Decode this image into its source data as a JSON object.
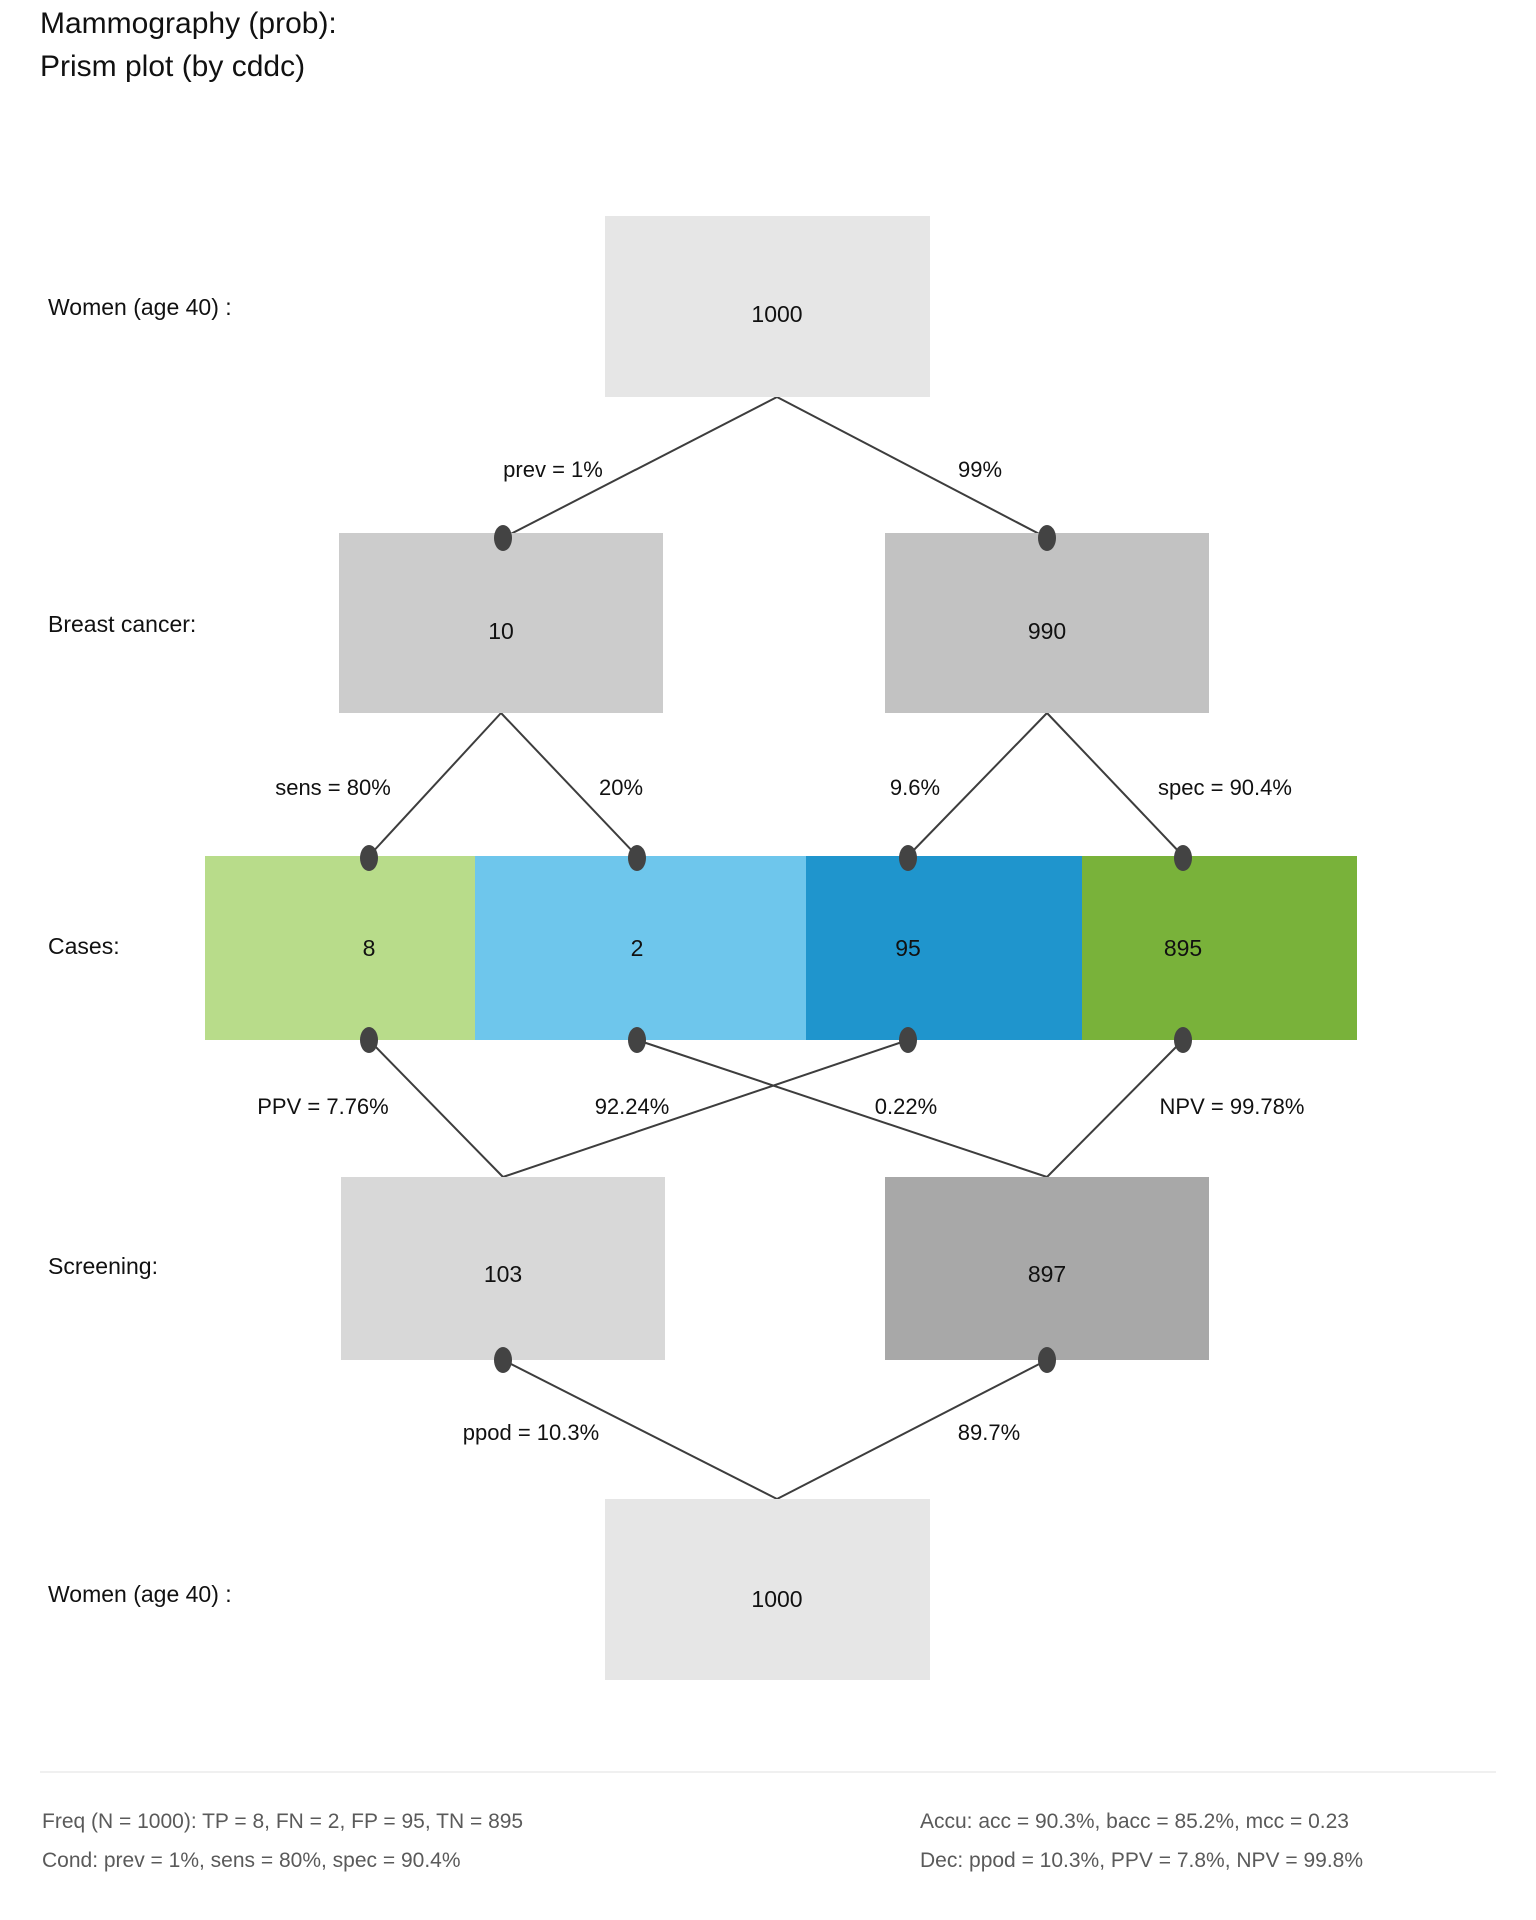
{
  "title": {
    "line1": "Mammography (prob):",
    "line2": "Prism plot (by cddc)"
  },
  "rows": {
    "r1_label": "Women (age 40) :",
    "r2_label": "Breast cancer:",
    "r3_label": "Cases:",
    "r4_label": "Screening:",
    "r5_label": "Women (age 40) :"
  },
  "nodes": {
    "top_total": "1000",
    "cond_true": "10",
    "cond_false": "990",
    "case_tp": "8",
    "case_fn": "2",
    "case_fp": "95",
    "case_tn": "895",
    "dec_pos": "103",
    "dec_neg": "897",
    "bottom_total": "1000"
  },
  "edges": {
    "prev": "prev = 1%",
    "prev_comp": "99%",
    "sens": "sens = 80%",
    "sens_comp": "20%",
    "fpr": "9.6%",
    "spec": "spec = 90.4%",
    "ppv": "PPV = 7.76%",
    "fdr": "92.24%",
    "for": "0.22%",
    "npv": "NPV = 99.78%",
    "ppod": "ppod = 10.3%",
    "ppod_comp": "89.7%"
  },
  "footer": {
    "freq": "Freq (N = 1000):  TP = 8, FN = 2, FP = 95, TN = 895",
    "cond": "Cond:  prev = 1%, sens = 80%, spec = 90.4%",
    "accu": "Accu:  acc = 90.3%, bacc = 85.2%, mcc = 0.23",
    "dec": "Dec:  ppod = 10.3%, PPV = 7.8%, NPV = 99.8%"
  },
  "colors": {
    "tp": "#b8dc8a",
    "fn": "#6ec6ec",
    "fp": "#1f95cd",
    "tn": "#79b23a",
    "box_light": "#e6e6e6",
    "box_cond_true": "#cccccc",
    "box_cond_false": "#c2c2c2",
    "box_dec_pos": "#d8d8d8",
    "box_dec_neg": "#a8a8a8",
    "link": "#3d3d3d",
    "dot": "#434343",
    "text": "#111111",
    "footer_text": "#5a5a5a"
  },
  "chart_data": {
    "type": "diagram",
    "title": "Mammography (prob): Prism plot (by cddc)",
    "N": 1000,
    "levels": [
      {
        "name": "Women (age 40) :",
        "nodes": [
          {
            "label": "1000",
            "value": 1000
          }
        ]
      },
      {
        "name": "Breast cancer:",
        "nodes": [
          {
            "label": "10",
            "value": 10
          },
          {
            "label": "990",
            "value": 990
          }
        ]
      },
      {
        "name": "Cases:",
        "nodes": [
          {
            "label": "8",
            "value": 8
          },
          {
            "label": "2",
            "value": 2
          },
          {
            "label": "95",
            "value": 95
          },
          {
            "label": "895",
            "value": 895
          }
        ]
      },
      {
        "name": "Screening:",
        "nodes": [
          {
            "label": "103",
            "value": 103
          },
          {
            "label": "897",
            "value": 897
          }
        ]
      },
      {
        "name": "Women (age 40) :",
        "nodes": [
          {
            "label": "1000",
            "value": 1000
          }
        ]
      }
    ],
    "link_labels": [
      "prev = 1%",
      "99%",
      "sens = 80%",
      "20%",
      "9.6%",
      "spec = 90.4%",
      "PPV = 7.76%",
      "92.24%",
      "0.22%",
      "NPV = 99.78%",
      "ppod = 10.3%",
      "89.7%"
    ],
    "metrics": {
      "TP": 8,
      "FN": 2,
      "FP": 95,
      "TN": 895,
      "prev": "1%",
      "sens": "80%",
      "spec": "90.4%",
      "acc": "90.3%",
      "bacc": "85.2%",
      "mcc": 0.23,
      "ppod": "10.3%",
      "PPV": "7.8%",
      "NPV": "99.8%"
    }
  }
}
